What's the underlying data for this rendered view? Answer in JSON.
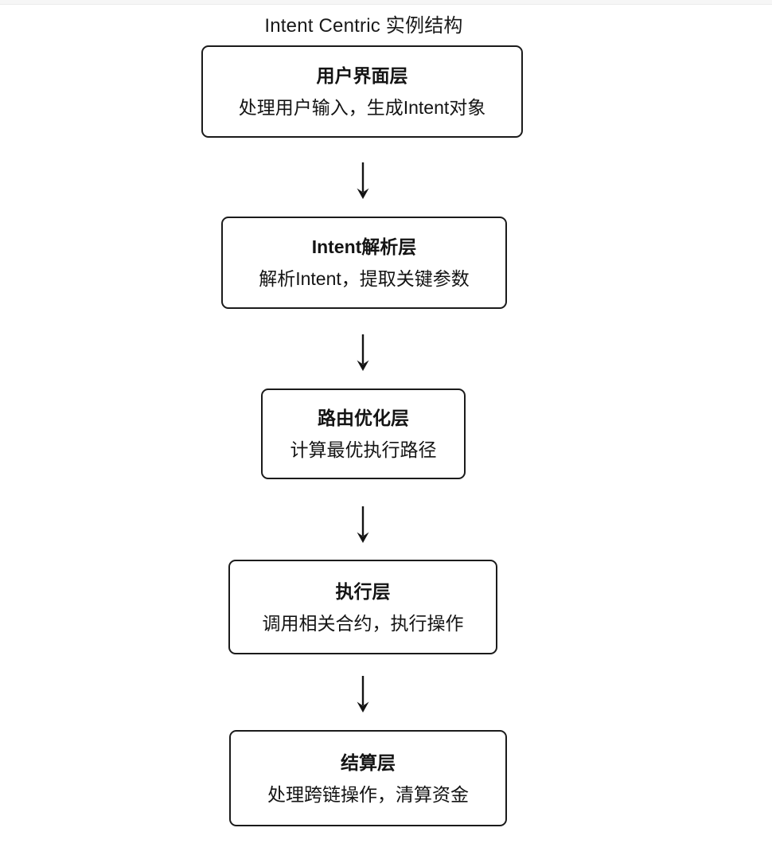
{
  "diagram": {
    "title": "Intent Centric 实例结构",
    "nodes": [
      {
        "title": "用户界面层",
        "desc": "处理用户输入，生成Intent对象"
      },
      {
        "title": "Intent解析层",
        "desc": "解析Intent，提取关键参数"
      },
      {
        "title": "路由优化层",
        "desc": "计算最优执行路径"
      },
      {
        "title": "执行层",
        "desc": "调用相关合约，执行操作"
      },
      {
        "title": "结算层",
        "desc": "处理跨链操作，清算资金"
      }
    ],
    "connector_icon": "down-arrow",
    "colors": {
      "border": "#1b1b1b",
      "text": "#141414",
      "background": "#ffffff",
      "top_strip": "#f6f6f6"
    }
  }
}
